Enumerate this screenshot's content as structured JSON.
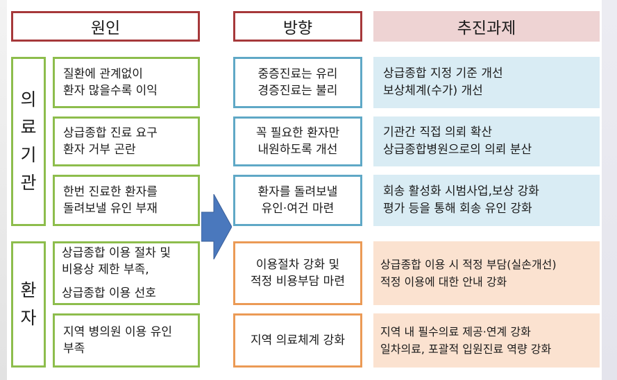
{
  "headers": {
    "cause": "원인",
    "direction": "방향",
    "task": "추진과제"
  },
  "groups": {
    "medical": "의료기관",
    "patient": "환자"
  },
  "causes": [
    {
      "line1": "질환에 관계없이",
      "line2": "환자 많을수록 이익"
    },
    {
      "line1": "상급종합 진료 요구",
      "line2": "환자 거부 곤란"
    },
    {
      "line1": "한번 진료한 환자를",
      "line2": "돌려보낼 유인 부재"
    },
    {
      "line1": "상급종합 이용 절차 및",
      "line2": "비용상 제한 부족,",
      "line3": "상급종합 이용 선호"
    },
    {
      "line1": "지역 병의원 이용 유인",
      "line2": "부족"
    }
  ],
  "directions": [
    {
      "line1": "중증진료는 유리",
      "line2": "경증진료는 불리"
    },
    {
      "line1": "꼭 필요한 환자만",
      "line2": "내원하도록 개선"
    },
    {
      "line1": "환자를 돌려보낼",
      "line2": "유인·여건 마련"
    },
    {
      "line1": "이용절차 강화 및",
      "line2": "적정 비용부담 마련"
    },
    {
      "line1": "지역 의료체계 강화"
    }
  ],
  "tasks": [
    {
      "line1": "상급종합 지정 기준 개선",
      "line2": "보상체계(수가) 개선"
    },
    {
      "line1": "기관간 직접 의뢰 확산",
      "line2": "상급종합병원으로의 의뢰 분산"
    },
    {
      "line1": "회송 활성화 시범사업,보상 강화",
      "line2": "평가 등을 통해 회송 유인 강화"
    },
    {
      "line1": "상급종합 이용 시 적정 부담(실손개선)",
      "line2": "적정 이용에 대한 안내 강화"
    },
    {
      "line1": "지역 내 필수의료 제공·연계 강화",
      "line2": "일차의료, 포괄적 입원진료 역량 강화"
    }
  ],
  "icons": {
    "flow_arrow": "right-arrow-icon"
  },
  "colors": {
    "header_border": "#a6383a",
    "task_header_fill": "#eed3d3",
    "cause_border": "#8dbd4c",
    "direction_border_medical": "#5fa8c6",
    "direction_border_patient": "#eb9a55",
    "task_fill_medical": "#d9ecf4",
    "task_fill_patient": "#fbe2d0",
    "arrow_fill": "#4a78bd"
  }
}
